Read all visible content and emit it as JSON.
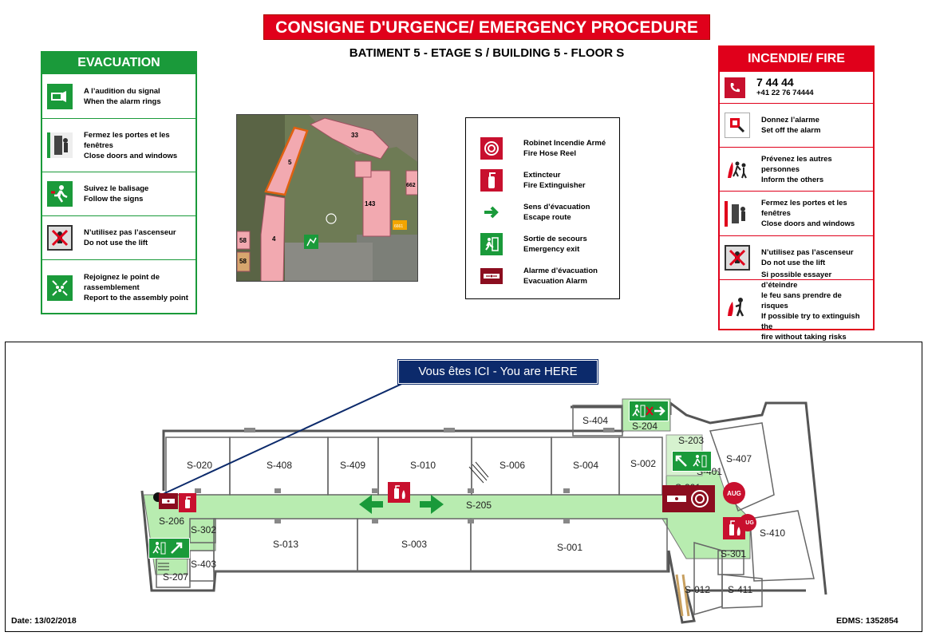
{
  "header": {
    "title": "CONSIGNE D'URGENCE/ EMERGENCY PROCEDURE",
    "subtitle": "BATIMENT 5 - ETAGE S / BUILDING 5 - FLOOR S"
  },
  "evacuation": {
    "title": "EVACUATION",
    "items": [
      {
        "icon": "alarm-horn-icon",
        "fr": "A l’audition du signal",
        "en": "When the alarm rings"
      },
      {
        "icon": "close-doors-icon",
        "fr1": "Fermez les portes et les",
        "fr2": "fenêtres",
        "en": "Close doors and windows"
      },
      {
        "icon": "follow-signs-icon",
        "fr": "Suivez le balisage",
        "en": "Follow the signs"
      },
      {
        "icon": "no-lift-icon",
        "fr": "N’utilisez pas l’ascenseur",
        "en": "Do not use the lift"
      },
      {
        "icon": "assembly-point-icon",
        "fr1": "Rejoignez le point de",
        "fr2": "rassemblement",
        "en": "Report to the assembly point"
      }
    ]
  },
  "fire": {
    "title": "INCENDIE/ FIRE",
    "phone_main": "7 44 44",
    "phone_ext": "+41 22 76 74444",
    "items": [
      {
        "icon": "alarm-button-icon",
        "fr": "Donnez l’alarme",
        "en": "Set off the alarm"
      },
      {
        "icon": "warn-people-icon",
        "fr": "Prévenez les autres personnes",
        "en": "Inform the others"
      },
      {
        "icon": "close-doors-fire-icon",
        "fr1": "Fermez les portes et les",
        "fr2": "fenêtres",
        "en": "Close doors and windows"
      },
      {
        "icon": "no-lift-fire-icon",
        "fr": "N’utilisez pas l’ascenseur",
        "en": " Do not use the lift"
      },
      {
        "icon": "extinguish-icon",
        "fr1": "Si possible essayer d’éteindre",
        "fr2": "le feu sans prendre de risques",
        "en1": "If possible try to extinguish the",
        "en2": "fire without taking risks"
      }
    ]
  },
  "legend": {
    "items": [
      {
        "icon": "fire-hose-reel-icon",
        "fr": "Robinet Incendie Armé",
        "en": "Fire Hose Reel"
      },
      {
        "icon": "fire-extinguisher-icon",
        "fr": "Extincteur",
        "en": "Fire Extinguisher"
      },
      {
        "icon": "escape-route-arrow-icon",
        "fr": "Sens d’évacuation",
        "en": "Escape route"
      },
      {
        "icon": "emergency-exit-icon",
        "fr": "Sortie de secours",
        "en": "Emergency exit"
      },
      {
        "icon": "evacuation-alarm-icon",
        "fr": "Alarme d’évacuation",
        "en": "Evacuation Alarm"
      }
    ]
  },
  "aerial_map": {
    "labels": [
      "33",
      "5",
      "143",
      "662",
      "58",
      "4",
      "58",
      "6661"
    ]
  },
  "floor_plan": {
    "you_are_here": "Vous êtes ICI - You are HERE",
    "rooms": [
      "S-020",
      "S-408",
      "S-409",
      "S-010",
      "S-006",
      "S-004",
      "S-002",
      "S-404",
      "S-204",
      "S-203",
      "S-401",
      "S-407",
      "S-201",
      "S-205",
      "S-206",
      "S-302",
      "S-013",
      "S-003",
      "S-001",
      "S-410",
      "S-301",
      "S-403",
      "S-207",
      "S-012",
      "S-411"
    ],
    "badges": [
      "AUG",
      "AUG"
    ]
  },
  "footer": {
    "date": "Date: 13/02/2018",
    "edms": "EDMS: 1352854"
  },
  "colors": {
    "green": "#1a9a3a",
    "red": "#e0001b",
    "corridor": "#b8ecb0",
    "navy": "#0c2a6b"
  }
}
